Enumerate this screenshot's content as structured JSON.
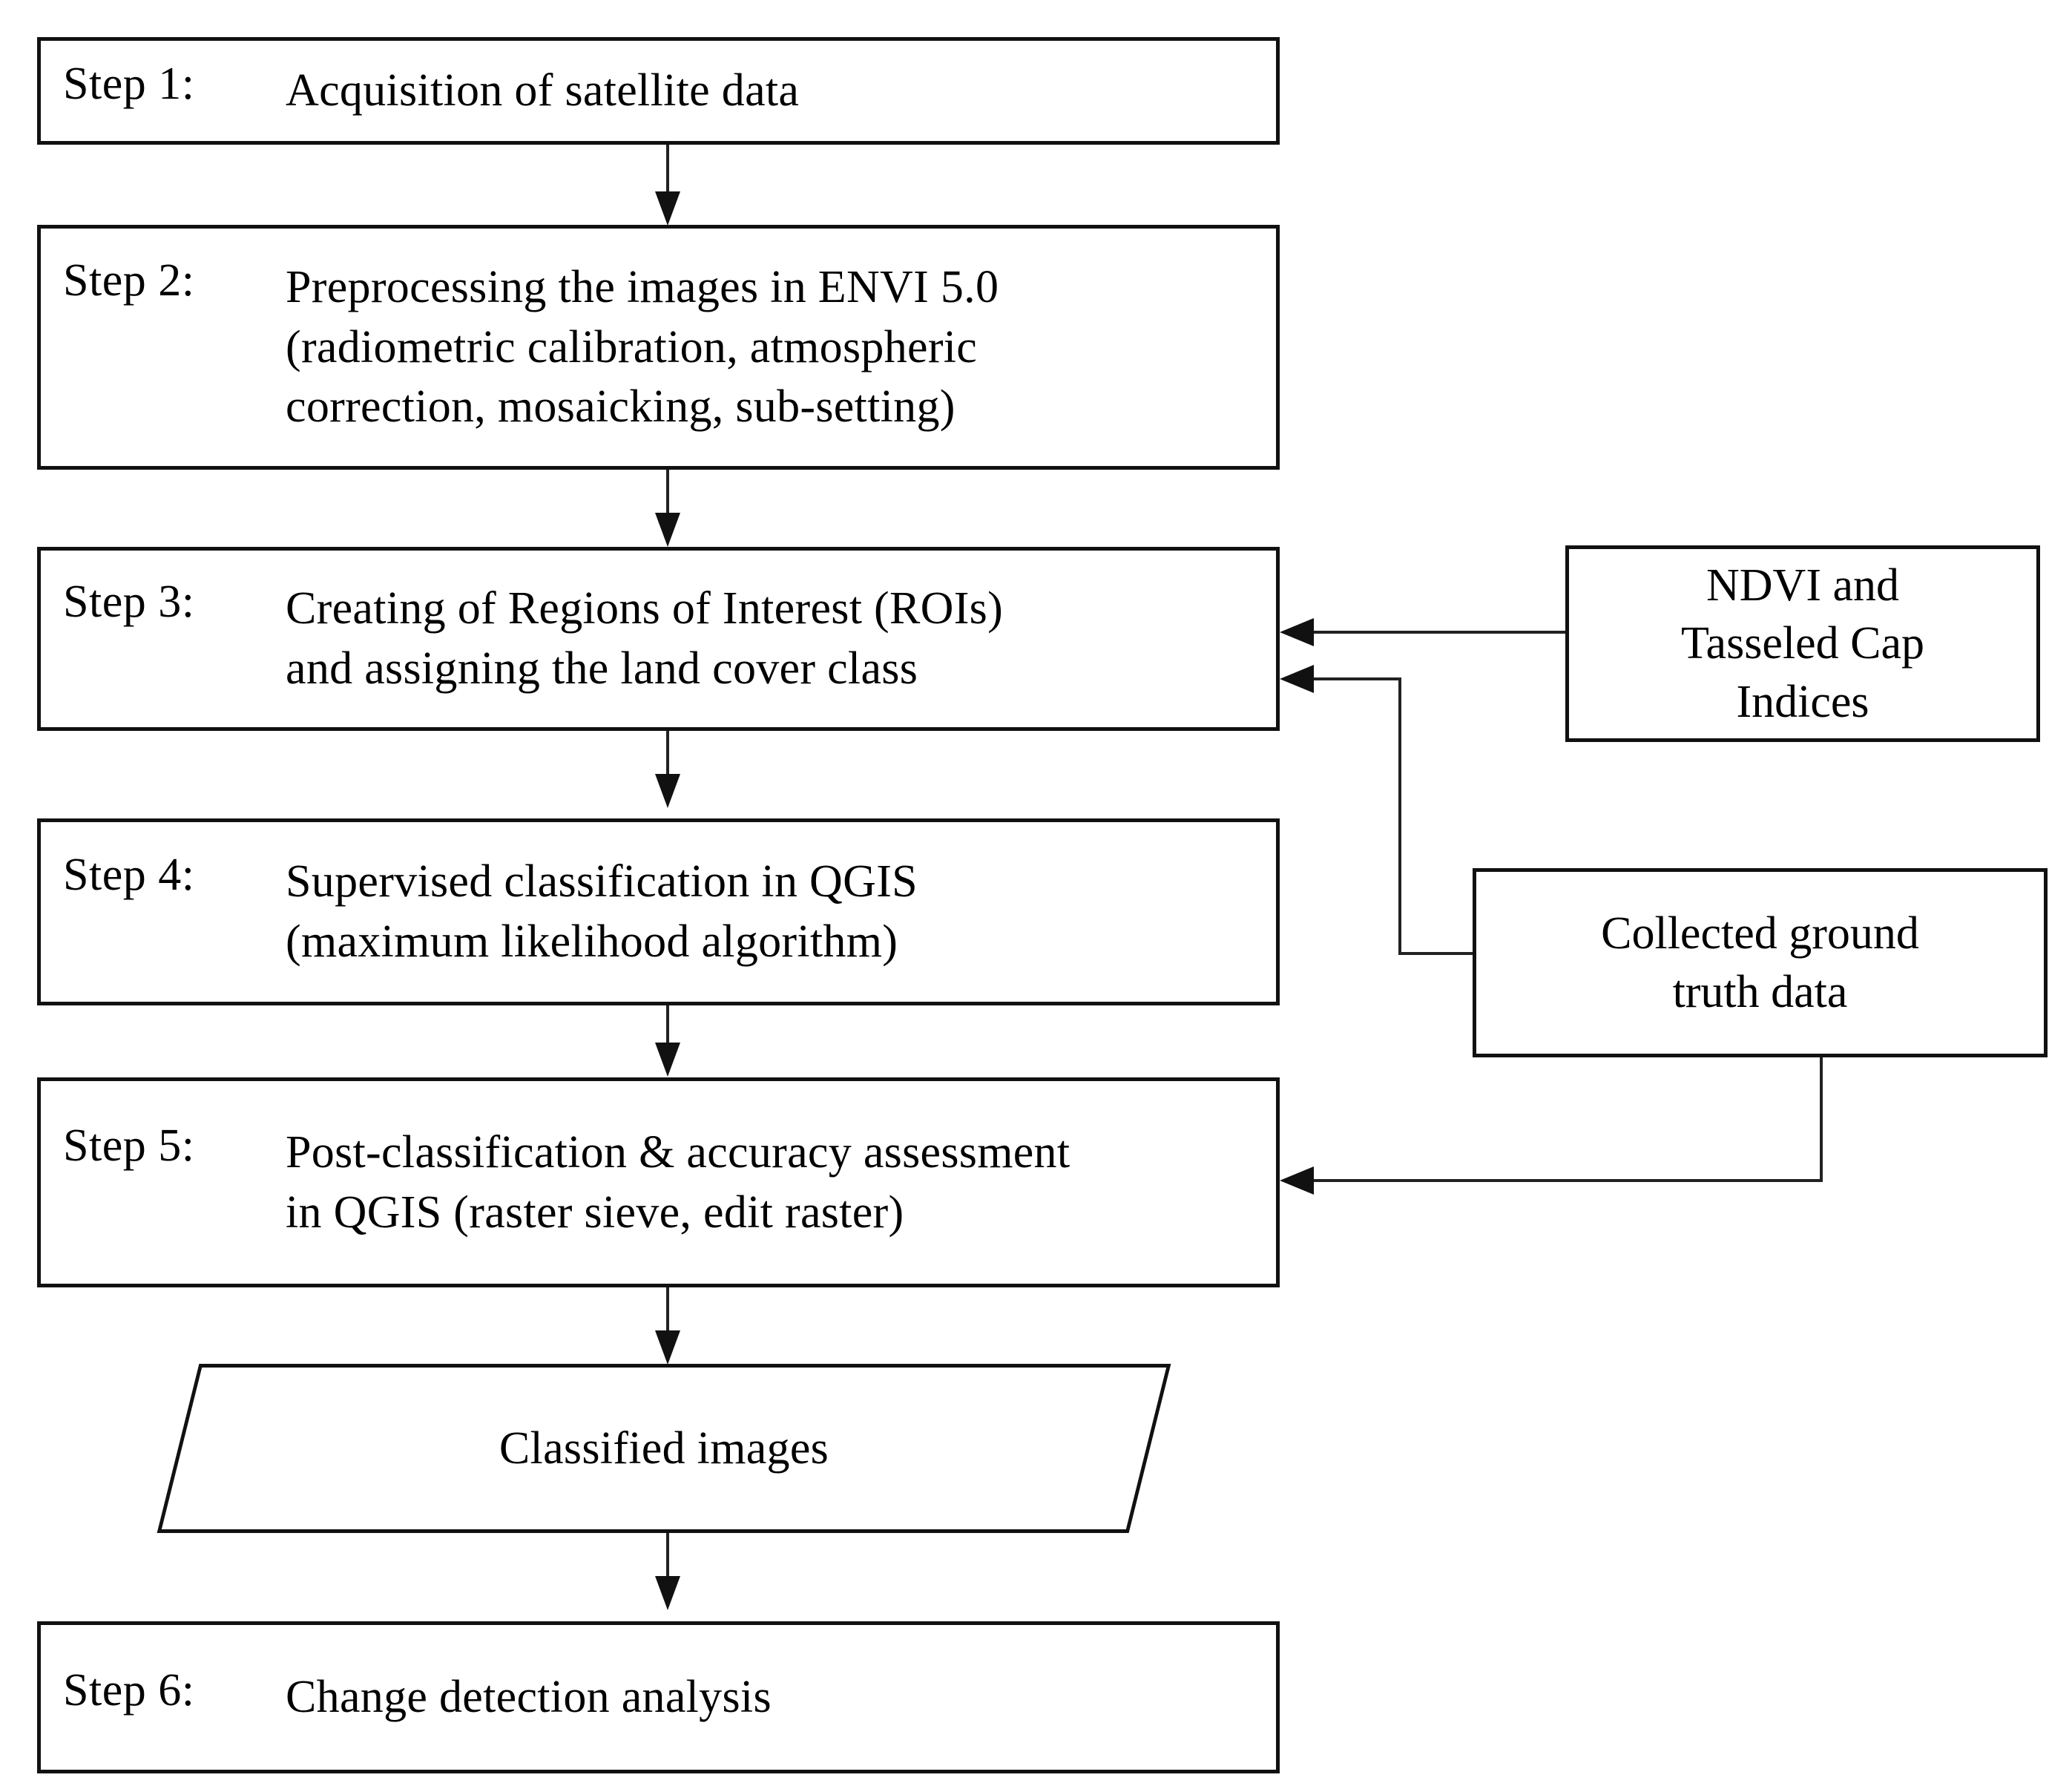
{
  "diagram": {
    "title": "Remote sensing land cover classification methodology flowchart",
    "accent_color": "#111111",
    "background_color": "#ffffff"
  },
  "steps": [
    {
      "id": "step-1",
      "label": "Step 1:",
      "body": "Acquisition of satellite data"
    },
    {
      "id": "step-2",
      "label": "Step 2:",
      "body_line1": "Preprocessing the images in ENVI 5.0",
      "body_line2": "(radiometric calibration, atmospheric",
      "body_line3": "correction, mosaicking, sub-setting)"
    },
    {
      "id": "step-3",
      "label": "Step 3:",
      "body_line1": "Creating of Regions of Interest (ROIs)",
      "body_line2": "and assigning the land cover class"
    },
    {
      "id": "step-4",
      "label": "Step 4:",
      "body_line1": "Supervised classification in QGIS",
      "body_line2": "(maximum likelihood algorithm)"
    },
    {
      "id": "step-5",
      "label": "Step 5:",
      "body_line1": "Post-classification & accuracy assessment",
      "body_line2": "in QGIS (raster sieve, edit raster)"
    },
    {
      "id": "step-6",
      "label": "Step 6:",
      "body": "Change detection analysis"
    }
  ],
  "output_node": {
    "id": "classified-images",
    "shape": "parallelogram",
    "label": "Classified images"
  },
  "side_nodes": [
    {
      "id": "ndvi-tasseled-cap",
      "line1": "NDVI and",
      "line2": "Tasseled Cap",
      "line3": "Indices",
      "target": "step-3"
    },
    {
      "id": "ground-truth",
      "line1": "Collected ground",
      "line2": "truth data",
      "targets": [
        "step-3",
        "step-5"
      ]
    }
  ],
  "connectors": [
    {
      "id": "c1",
      "from": "step-1",
      "to": "step-2",
      "kind": "arrow-down"
    },
    {
      "id": "c2",
      "from": "step-2",
      "to": "step-3",
      "kind": "arrow-down"
    },
    {
      "id": "c3",
      "from": "step-3",
      "to": "step-4",
      "kind": "arrow-down"
    },
    {
      "id": "c4",
      "from": "step-4",
      "to": "step-5",
      "kind": "arrow-down"
    },
    {
      "id": "c5",
      "from": "step-5",
      "to": "classified-images",
      "kind": "arrow-down"
    },
    {
      "id": "c6",
      "from": "classified-images",
      "to": "step-6",
      "kind": "arrow-down"
    },
    {
      "id": "c7",
      "from": "ndvi-tasseled-cap",
      "to": "step-3",
      "kind": "arrow-left"
    },
    {
      "id": "c8",
      "from": "ground-truth",
      "to": "step-3",
      "kind": "arrow-left-elbow"
    },
    {
      "id": "c9",
      "from": "ground-truth",
      "to": "step-5",
      "kind": "arrow-left-elbow"
    }
  ]
}
